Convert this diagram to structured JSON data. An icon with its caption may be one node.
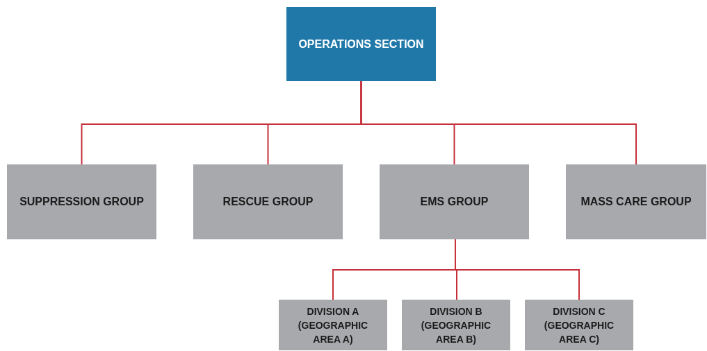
{
  "diagram": {
    "nodes": [
      {
        "text": [
          "OPERATIONS SECTION"
        ]
      },
      {
        "text": [
          "SUPPRESSION GROUP"
        ]
      },
      {
        "text": [
          "RESCUE GROUP"
        ]
      },
      {
        "text": [
          "EMS GROUP"
        ]
      },
      {
        "text": [
          "MASS CARE GROUP"
        ]
      },
      {
        "text": [
          "DIVISION A (GEOGRAPHIC AREA A)"
        ]
      },
      {
        "text": [
          "DIVISION B (GEOGRAPHIC AREA B)"
        ]
      },
      {
        "text": [
          "DIVISION C (GEOGRAPHIC AREA C)"
        ]
      }
    ],
    "edges": [
      {
        "from": 0,
        "to": 1,
        "arrow": "none"
      },
      {
        "from": 0,
        "to": 2,
        "arrow": "none"
      },
      {
        "from": 0,
        "to": 3,
        "arrow": "none"
      },
      {
        "from": 0,
        "to": 4,
        "arrow": "none"
      },
      {
        "from": 3,
        "to": 5,
        "arrow": "none"
      },
      {
        "from": 3,
        "to": 6,
        "arrow": "none"
      },
      {
        "from": 3,
        "to": 7,
        "arrow": "none"
      }
    ]
  }
}
